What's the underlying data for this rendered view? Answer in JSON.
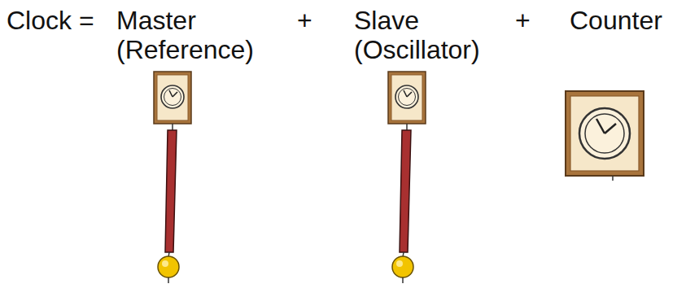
{
  "diagram": {
    "labels": [
      "Clock =",
      "Master",
      "+",
      "Slave",
      "+",
      "Counter",
      "(Reference)",
      "(Oscillator)"
    ]
  }
}
